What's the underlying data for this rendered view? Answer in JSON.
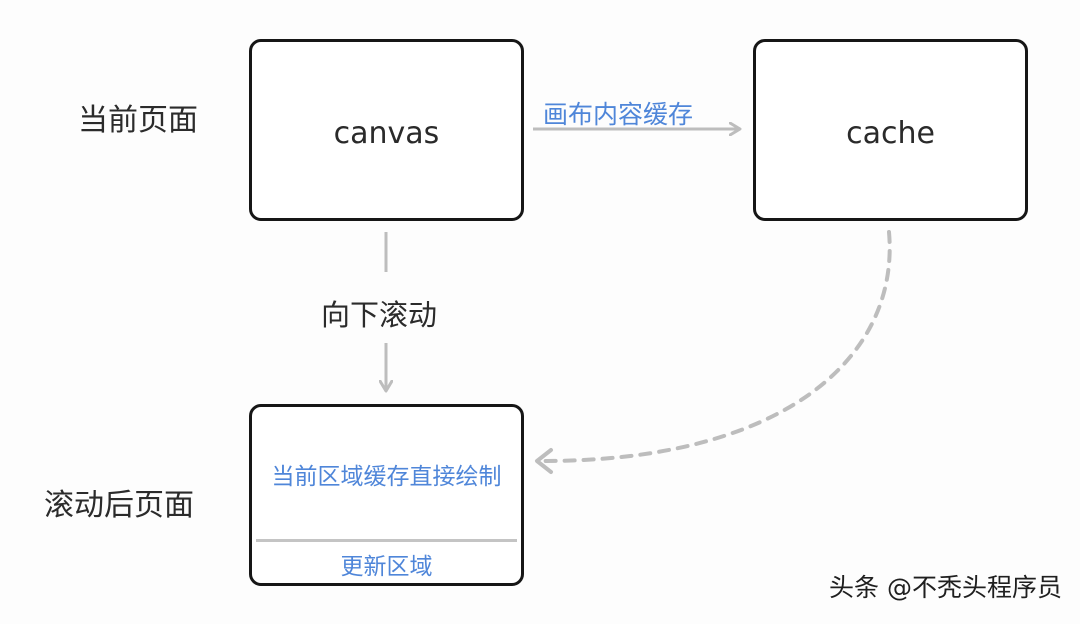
{
  "labels": {
    "current_page": "当前页面",
    "after_scroll_page": "滚动后页面"
  },
  "nodes": {
    "canvas": "canvas",
    "cache": "cache",
    "cached_region": "当前区域缓存直接绘制",
    "update_region": "更新区域"
  },
  "edges": {
    "canvas_to_cache": "画布内容缓存",
    "scroll_down": "向下滚动"
  },
  "watermark": "头条 @不秃头程序员",
  "colors": {
    "box_border": "#161616",
    "accent_blue": "#4f86d9",
    "arrow_gray": "#bdbdbd",
    "text_dark": "#2b2b2b"
  }
}
